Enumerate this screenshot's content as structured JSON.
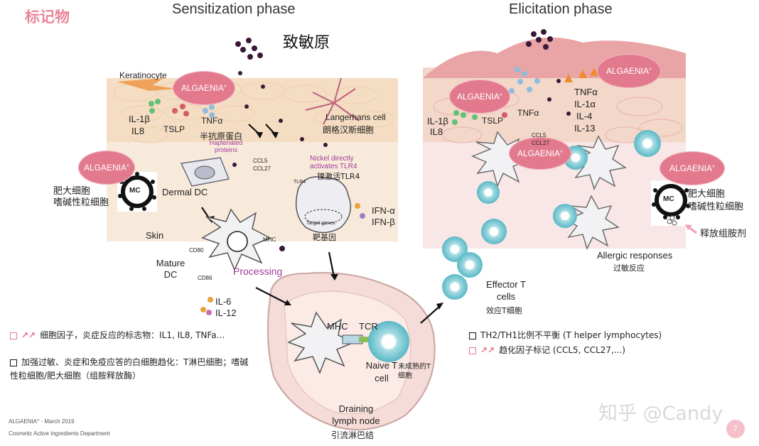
{
  "brand_title": "标记物",
  "sensitization_title": "Sensitization phase",
  "elicitation_title": "Elicitation phase",
  "allergen_zh": "致敏原",
  "pill_label": "ALGAENIA",
  "pill_sup": "°",
  "left": {
    "keratinocyte": "Keratinocyte",
    "il1b": "IL-1β",
    "il8": "IL8",
    "tslp": "TSLP",
    "tnfa": "TNFα",
    "hapten_zh": "半抗原蛋白",
    "hapten_en": "Haptenated proteins",
    "ccl5": "CCL5",
    "ccl27": "CCL27",
    "langerhans_en": "Langerhans cell",
    "langerhans_zh": "朗格汉斯细胞",
    "nickel_en": "Nickel directly activates TLR4",
    "nickel_zh": "镍激活TLR4",
    "tlr4": "TLR4",
    "target_en": "Target genes",
    "target_zh": "靶基因",
    "ifn_a": "IFN-α",
    "ifn_b": "IFN-β",
    "mast_zh": "肥大细胞",
    "baso_zh": "嗜碱性粒细胞",
    "mc": "MC",
    "dermal_dc": "Dermal DC",
    "skin": "Skin",
    "mature_dc": "Mature DC",
    "cd80": "CD80",
    "cd86": "CD86",
    "mhc": "MHC",
    "processing": "Processing",
    "il6": "IL-6",
    "il12": "IL-12"
  },
  "lymph": {
    "mhc": "MHC",
    "tcr": "TCR",
    "naive_en": "Naive T cell",
    "naive_zh": "未成熟的T细胞",
    "draining_en": "Draining lymph node",
    "draining_zh": "引流淋巴结"
  },
  "right": {
    "il1b": "IL-1β",
    "il8": "IL8",
    "tslp": "TSLP",
    "tnfa": "TNFα",
    "tnfa2": "TNFα",
    "il1a": "IL-1α",
    "il4": "IL-4",
    "il13": "IL-13",
    "ccl5": "CCL5",
    "ccl27": "CCL27",
    "mast_zh": "肥大细胞",
    "baso_zh": "嗜碱性粒细胞",
    "mc": "MC",
    "histamine_zh": "释放组胺剂",
    "allergic_en": "Allergic responses",
    "allergic_zh": "过敏反应",
    "effector_en": "Effector T cells",
    "effector_zh": "效应T细胞"
  },
  "notes_left": [
    "细胞因子，炎症反应的标志物：IL1, IL8, TNFa…",
    "加强过敏、炎症和免疫应答的白细胞趋化：T淋巴细胞；嗜碱性粒细胞/肥大细胞（组胺释放酶）"
  ],
  "notes_right": [
    "TH2/TH1比例不平衡 (T helper lymphocytes)",
    "趋化因子标记 (CCL5, CCL27,...)"
  ],
  "footer": {
    "brand_date": "ALGAENIA° - March 2019",
    "department": "Cosmetic Active Ingredients Department"
  },
  "watermark": "知乎 @Candy",
  "page_number": "7",
  "colors": {
    "pill": "#e3798d",
    "tcell": "#5bb9c6",
    "skin": "#f7e3cc",
    "accent": "#e86d86"
  }
}
